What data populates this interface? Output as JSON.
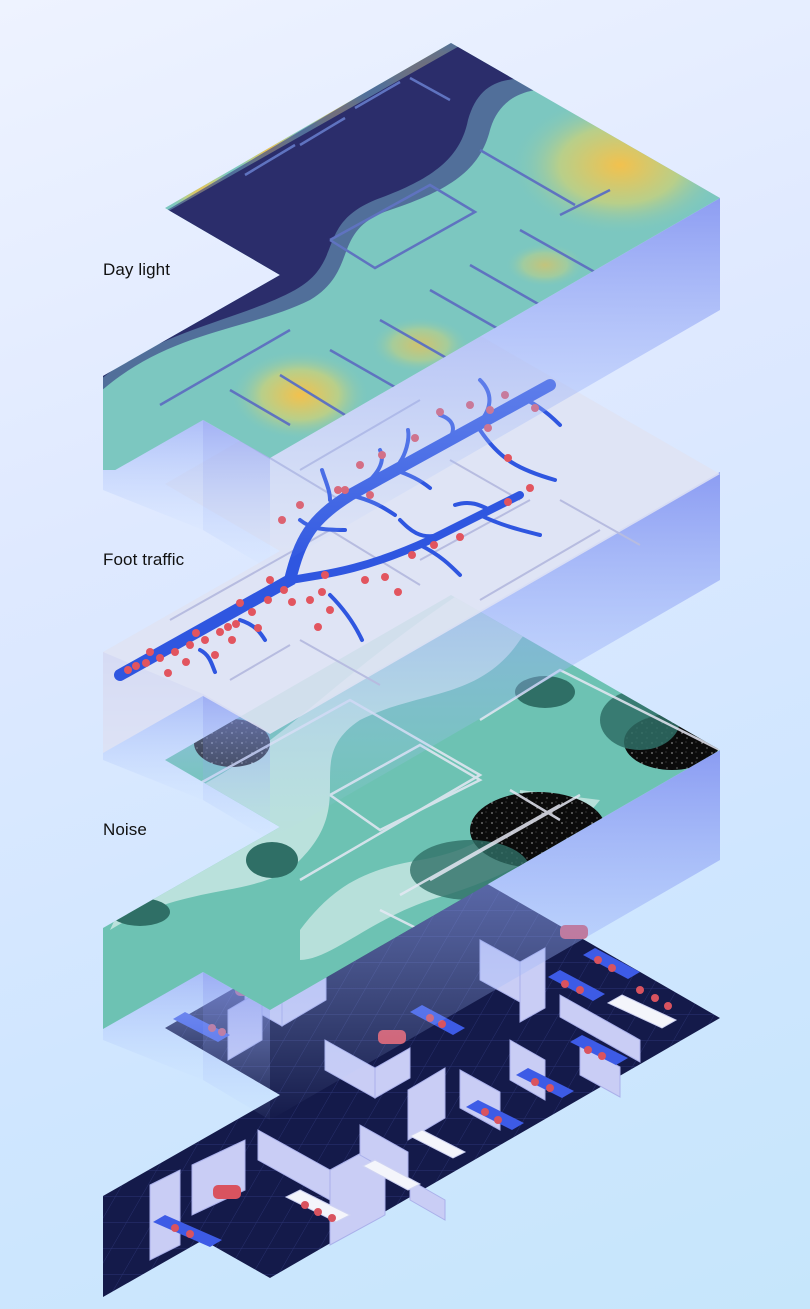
{
  "layers": [
    {
      "id": "daylight",
      "label": "Day light"
    },
    {
      "id": "foot_traffic",
      "label": "Foot traffic"
    },
    {
      "id": "noise",
      "label": "Noise"
    },
    {
      "id": "floorplan",
      "label": ""
    }
  ],
  "colors": {
    "daylight_dark": "#2b2d6b",
    "daylight_mid": "#7cc7c0",
    "daylight_light": "#f2c14e",
    "traffic_plate": "#dfe2f4",
    "traffic_path": "#2f56e0",
    "traffic_dots": "#e2555f",
    "noise_light": "#bfe3de",
    "noise_mid": "#6dc2b3",
    "noise_dark": "#2f6f66",
    "noise_black": "#0b0b0b",
    "floor_dark": "#141a4a",
    "wall": "#c9cdf5",
    "desk": "#3d5be6",
    "seat": "#d9535f"
  }
}
